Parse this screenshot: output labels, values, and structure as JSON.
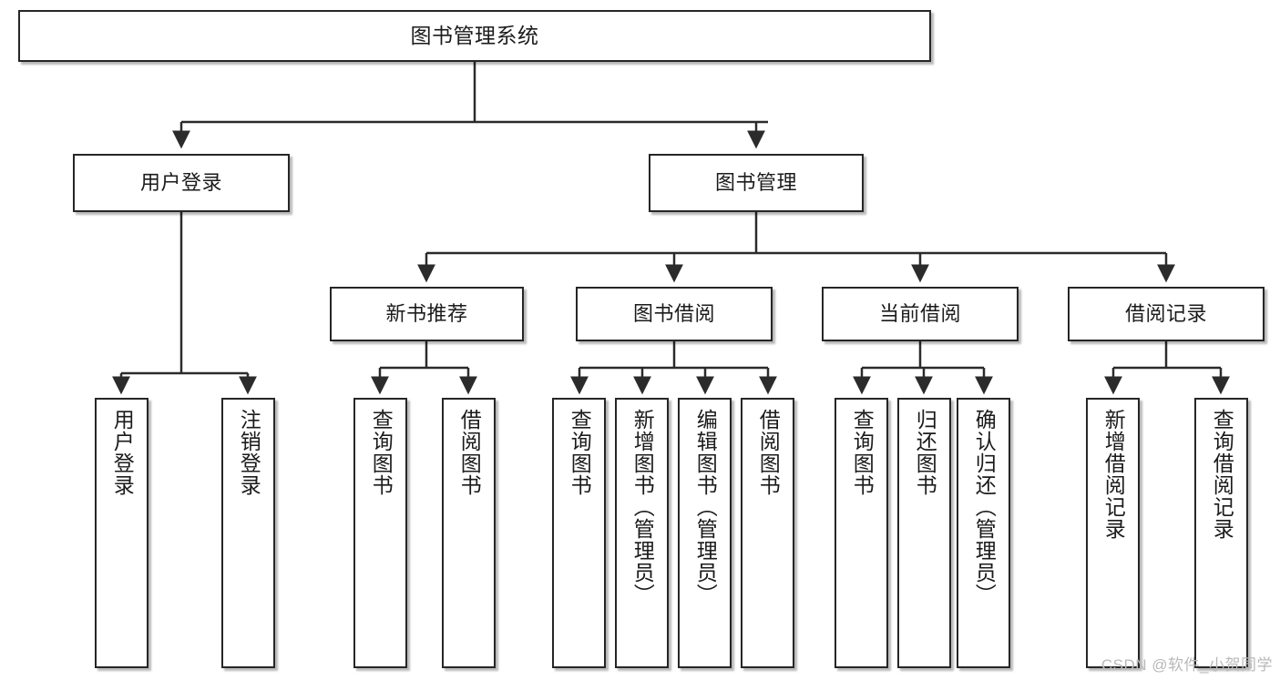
{
  "diagram": {
    "title": "图书管理系统",
    "root": {
      "label": "图书管理系统"
    },
    "level2": [
      {
        "label": "用户登录"
      },
      {
        "label": "图书管理"
      }
    ],
    "level3": [
      {
        "label": "新书推荐"
      },
      {
        "label": "图书借阅"
      },
      {
        "label": "当前借阅"
      },
      {
        "label": "借阅记录"
      }
    ],
    "leaves": {
      "user_login": [
        {
          "label": "用户登录"
        },
        {
          "label": "注销登录"
        }
      ],
      "new_book_recommend": [
        {
          "label": "查询图书"
        },
        {
          "label": "借阅图书"
        }
      ],
      "book_borrow": [
        {
          "label": "查询图书"
        },
        {
          "label": "新增图书（管理员）"
        },
        {
          "label": "编辑图书（管理员）"
        },
        {
          "label": "借阅图书"
        }
      ],
      "current_borrow": [
        {
          "label": "查询图书"
        },
        {
          "label": "归还图书"
        },
        {
          "label": "确认归还（管理员）"
        }
      ],
      "borrow_record": [
        {
          "label": "新增借阅记录"
        },
        {
          "label": "查询借阅记录"
        }
      ]
    },
    "colors": {
      "border": "#262626",
      "background": "#ffffff",
      "text": "#1b1b1b",
      "connector": "#2b2b2b",
      "watermark": "#b9b9b9"
    },
    "watermark": "CSDN @软件_小贺同学"
  }
}
